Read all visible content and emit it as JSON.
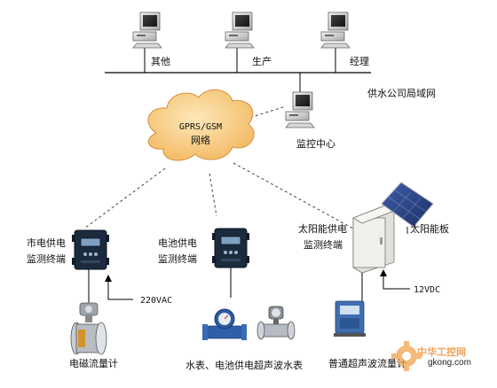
{
  "office": {
    "computers": [
      {
        "label": "其他",
        "icon": "desktop-computer-icon"
      },
      {
        "label": "生产",
        "icon": "desktop-computer-icon"
      },
      {
        "label": "经理",
        "icon": "desktop-computer-icon"
      }
    ],
    "lan_label": "供水公司局域网"
  },
  "monitor_center": {
    "label": "监控中心",
    "icon": "desktop-computer-icon"
  },
  "network_cloud": {
    "line1": "GPRS/GSM",
    "line2": "网络",
    "color": "#f7cf82"
  },
  "terminals": [
    {
      "label_line1": "市电供电",
      "label_line2": "监测终端",
      "power": "220VAC"
    },
    {
      "label_line1": "电池供电",
      "label_line2": "监测终端"
    },
    {
      "label_line1": "太阳能供电",
      "label_line2": "监测终端",
      "power": "12VDC"
    }
  ],
  "solar_panel": {
    "label": "太阳能板"
  },
  "devices": [
    {
      "label": "电磁流量计"
    },
    {
      "label": "水表、电池供电超声波水表"
    },
    {
      "label": "普通超声波流量计"
    }
  ],
  "watermark": {
    "text": "中华工控网",
    "url": "gkong.com"
  },
  "colors": {
    "line": "#000000",
    "dashed": "#444444",
    "cloud": "#f7cf82",
    "terminal": "#1c2a3e",
    "cabinet": "#eef0ea"
  }
}
